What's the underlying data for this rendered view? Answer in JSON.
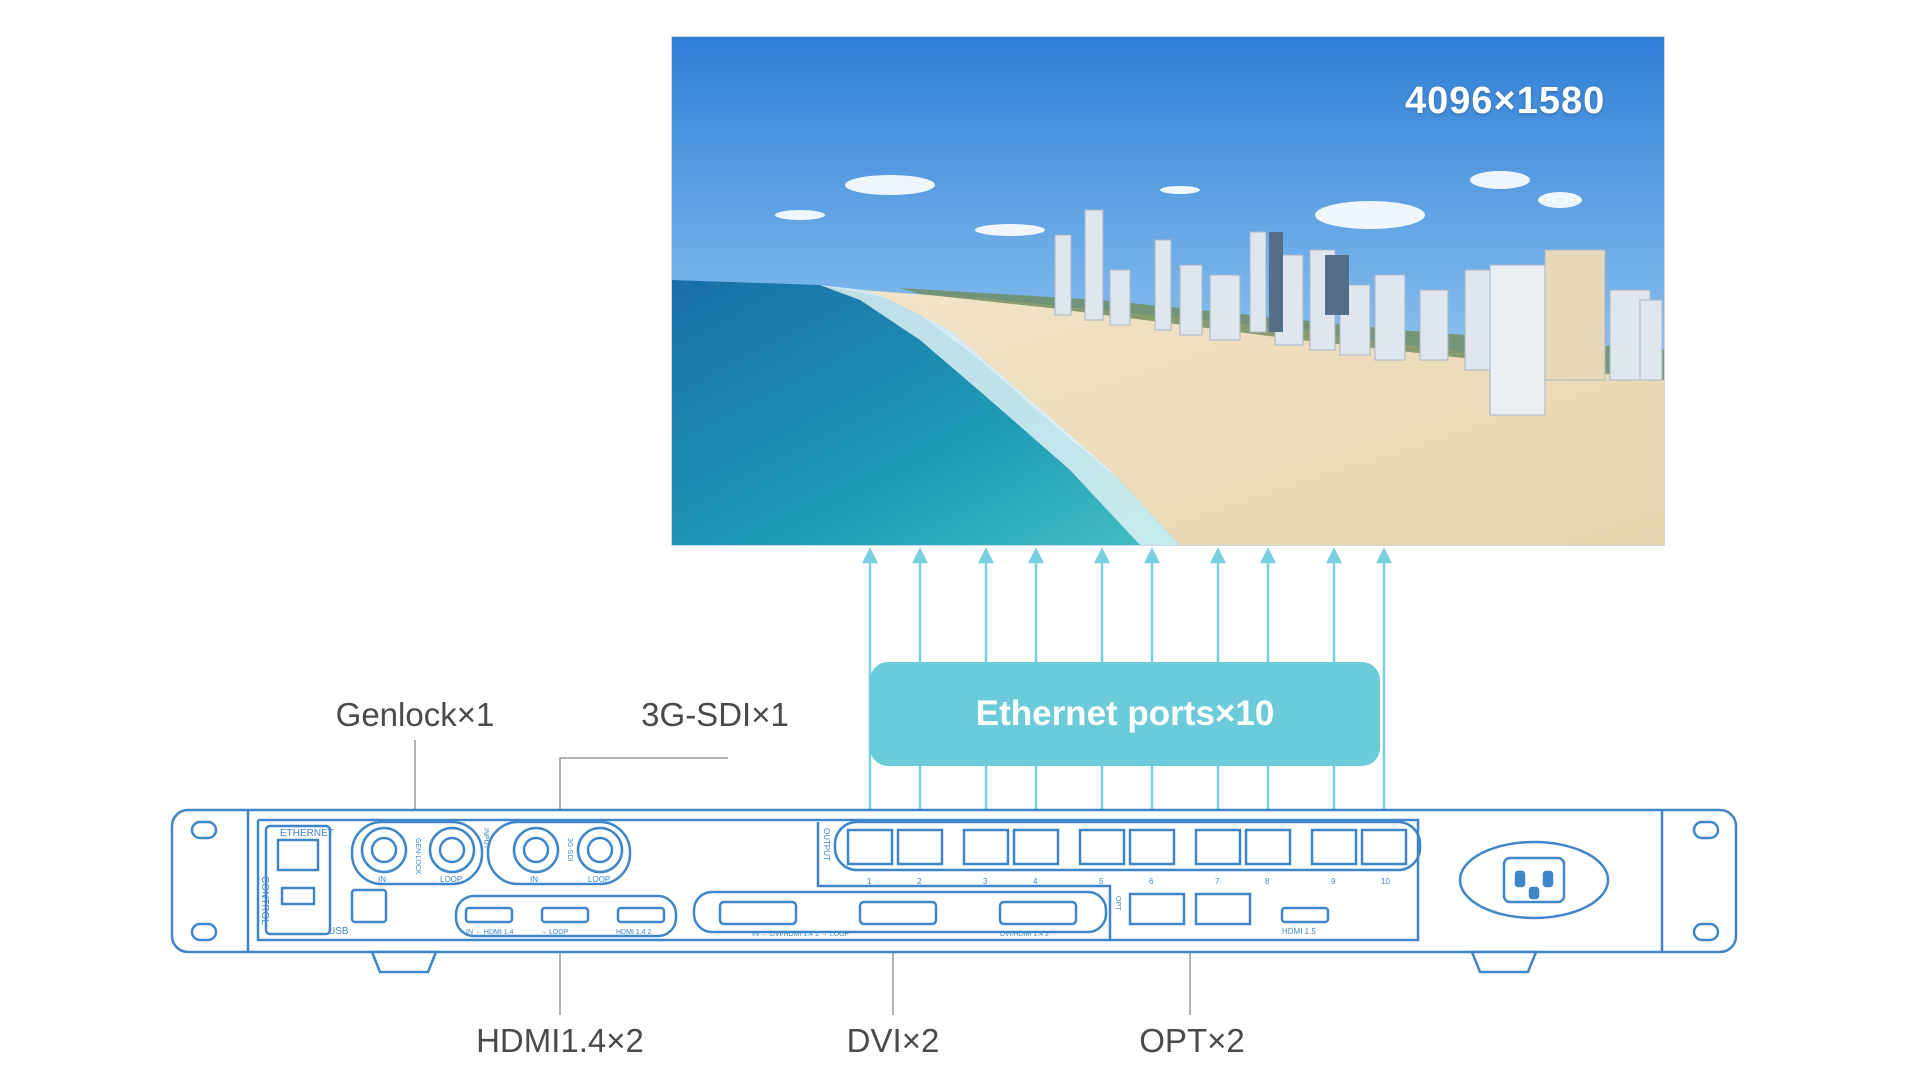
{
  "display": {
    "resolution": "4096×1580",
    "image_icon": "beach-city-skyline-photo"
  },
  "ethernet": {
    "label": "Ethernet ports×10",
    "port_numbers": [
      "1",
      "2",
      "3",
      "4",
      "5",
      "6",
      "7",
      "8",
      "9",
      "10"
    ]
  },
  "callouts": {
    "genlock": "Genlock×1",
    "sdi": "3G-SDI×1",
    "hdmi": "HDMI1.4×2",
    "dvi": "DVI×2",
    "opt": "OPT×2"
  },
  "panel": {
    "control": "CONTROL",
    "ethernet": "ETHERNET",
    "usb": "USB",
    "genlock_port": "GEN-LOCK",
    "sdi_port": "3G-SDI",
    "input": "INPUT",
    "in": "IN",
    "loop": "LOOP",
    "output": "OUTPUT",
    "hdmi_in_1": "IN ← HDMI 1.4",
    "hdmi_loop": "→ LOOP",
    "hdmi_2": "HDMI 1.4  2",
    "dvi_1": "IN ← DVI/HDMI 1.4  1 → LOOP",
    "dvi_2": "DVI/HDMI 1.4  2",
    "opt": "OPT",
    "hdmi_out": "HDMI 1.5"
  },
  "colors": {
    "device_line": "#3f86c9",
    "arrow": "#79cfe0",
    "banner": "#6ccbd9",
    "label_text": "#4a4a4a"
  }
}
